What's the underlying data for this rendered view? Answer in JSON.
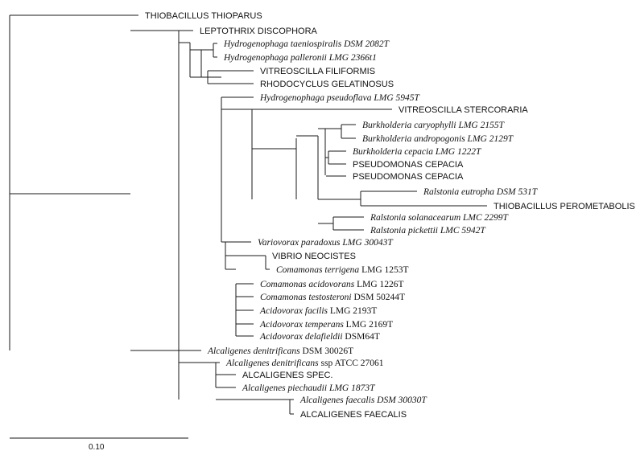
{
  "leaves": [
    {
      "id": "thiobacillus_thioparus",
      "parts": [
        {
          "t": "THIOBACILLUS THIOPARUS",
          "s": "caps"
        }
      ]
    },
    {
      "id": "leptothrix_discophora",
      "parts": [
        {
          "t": "LEPTOTHRIX DISCOPHORA",
          "s": "caps"
        }
      ]
    },
    {
      "id": "hydrogenophaga_taeniospiralis",
      "parts": [
        {
          "t": "Hydrogenophaga taeniospiralis DSM 2082T",
          "s": "ital"
        }
      ]
    },
    {
      "id": "hydrogenophaga_palleronii",
      "parts": [
        {
          "t": "Hydrogenophaga palleronii LMG 2366t1",
          "s": "ital"
        }
      ]
    },
    {
      "id": "vitreoscilla_filiformis",
      "parts": [
        {
          "t": "VITREOSCILLA FILIFORMIS",
          "s": "caps"
        }
      ]
    },
    {
      "id": "rhodocyclus_gelatinosus",
      "parts": [
        {
          "t": "RHODOCYCLUS GELATINOSUS",
          "s": "caps"
        }
      ]
    },
    {
      "id": "hydrogenophaga_pseudoflava",
      "parts": [
        {
          "t": "Hydrogenophaga pseudoflava LMG 5945T",
          "s": "ital"
        }
      ]
    },
    {
      "id": "vitreoscilla_stercoraria",
      "parts": [
        {
          "t": "VITREOSCILLA STERCORARIA",
          "s": "caps"
        }
      ]
    },
    {
      "id": "burkholderia_caryophylli",
      "parts": [
        {
          "t": "Burkholderia caryophylli LMG 2155T",
          "s": "ital"
        }
      ]
    },
    {
      "id": "burkholderia_andropogonis",
      "parts": [
        {
          "t": "Burkholderia andropogonis LMG 2129T",
          "s": "ital"
        }
      ]
    },
    {
      "id": "burkholderia_cepacia",
      "parts": [
        {
          "t": "Burkholderia cepacia LMG 1222T",
          "s": "ital"
        }
      ]
    },
    {
      "id": "pseudomonas_cepacia_1",
      "parts": [
        {
          "t": "PSEUDOMONAS CEPACIA",
          "s": "caps"
        }
      ]
    },
    {
      "id": "pseudomonas_cepacia_2",
      "parts": [
        {
          "t": "PSEUDOMONAS CEPACIA",
          "s": "caps"
        }
      ]
    },
    {
      "id": "ralstonia_eutropha",
      "parts": [
        {
          "t": "Ralstonia eutropha DSM 531T",
          "s": "ital"
        }
      ]
    },
    {
      "id": "thiobacillus_perometabolis",
      "parts": [
        {
          "t": "THIOBACILLUS PEROMETABOLIS",
          "s": "caps"
        }
      ]
    },
    {
      "id": "ralstonia_solanacearum",
      "parts": [
        {
          "t": "Ralstonia solanacearum LMC 2299T",
          "s": "ital"
        }
      ]
    },
    {
      "id": "ralstonia_pickettii",
      "parts": [
        {
          "t": "Ralstonia pickettii LMC 5942T",
          "s": "ital"
        }
      ]
    },
    {
      "id": "variovorax_paradoxus",
      "parts": [
        {
          "t": "Variovorax paradoxus LMG 30043T",
          "s": "ital"
        }
      ]
    },
    {
      "id": "vibrio_neocistes",
      "parts": [
        {
          "t": "VIBRIO NEOCISTES",
          "s": "caps"
        }
      ]
    },
    {
      "id": "comamonas_terrigena",
      "parts": [
        {
          "t": "Comamonas terrigena",
          "s": "ital"
        },
        {
          "t": " LMG 1253T",
          "s": "rom"
        }
      ]
    },
    {
      "id": "comamonas_acidovorans",
      "parts": [
        {
          "t": "Comamonas acidovorans",
          "s": "ital"
        },
        {
          "t": " LMG 1226T",
          "s": "rom"
        }
      ]
    },
    {
      "id": "comamonas_testosteroni",
      "parts": [
        {
          "t": "Comamonas testosteroni",
          "s": "ital"
        },
        {
          "t": " DSM 50244T",
          "s": "rom"
        }
      ]
    },
    {
      "id": "acidovorax_facilis",
      "parts": [
        {
          "t": "Acidovorax facilis",
          "s": "ital"
        },
        {
          "t": " LMG 2193T",
          "s": "rom"
        }
      ]
    },
    {
      "id": "acidovorax_temperans",
      "parts": [
        {
          "t": "Acidovorax temperans",
          "s": "ital"
        },
        {
          "t": " LMG 2169T",
          "s": "rom"
        }
      ]
    },
    {
      "id": "acidovorax_delafieldii",
      "parts": [
        {
          "t": "Acidovorax delafieldii",
          "s": "ital"
        },
        {
          "t": " DSM64T",
          "s": "rom"
        }
      ]
    },
    {
      "id": "alcaligenes_denitrificans",
      "parts": [
        {
          "t": "Alcaligenes denitrificans",
          "s": "ital"
        },
        {
          "t": " DSM 30026T",
          "s": "rom"
        }
      ]
    },
    {
      "id": "alcaligenes_denitrificans_ssp",
      "parts": [
        {
          "t": "Alcaligenes denitrificans",
          "s": "ital"
        },
        {
          "t": " ssp ATCC 27061",
          "s": "rom"
        }
      ]
    },
    {
      "id": "alcaligenes_spec",
      "parts": [
        {
          "t": "ALCALIGENES SPEC.",
          "s": "caps"
        }
      ]
    },
    {
      "id": "alcaligenes_piechaudii",
      "parts": [
        {
          "t": "Alcaligenes piechaudii LMG 1873T",
          "s": "ital"
        }
      ]
    },
    {
      "id": "alcaligenes_faecalis_dsm",
      "parts": [
        {
          "t": "Alcaligenes faecalis DSM 30030T",
          "s": "ital"
        }
      ]
    },
    {
      "id": "alcaligenes_faecalis",
      "parts": [
        {
          "t": "ALCALIGENES FAECALIS",
          "s": "caps"
        }
      ]
    }
  ],
  "scale_bar": {
    "label": "0.10"
  }
}
